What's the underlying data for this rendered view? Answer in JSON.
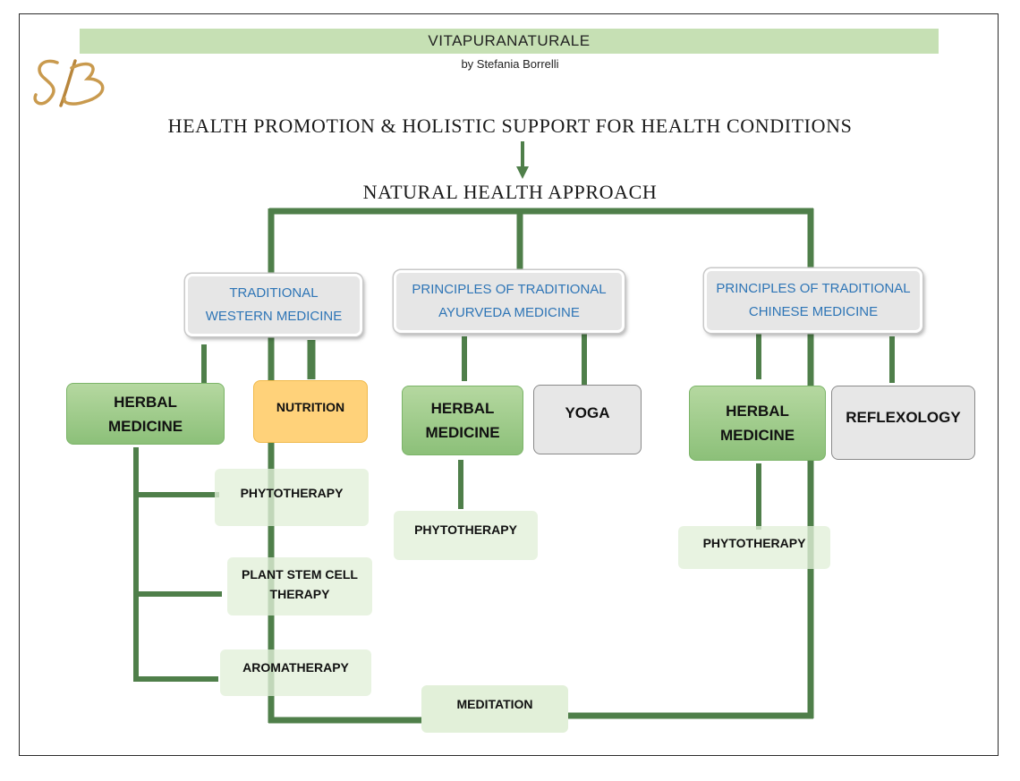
{
  "header": {
    "brand": "VITAPURANATURALE",
    "byline": "by Stefania Borrelli",
    "logo_text": "SB"
  },
  "titles": {
    "main": "HEALTH PROMOTION & HOLISTIC SUPPORT FOR HEALTH CONDITIONS",
    "approach": "NATURAL HEALTH APPROACH"
  },
  "western": {
    "title_line1": "TRADITIONAL",
    "title_line2": "WESTERN MEDICINE",
    "herbal_line1": "HERBAL",
    "herbal_line2": "MEDICINE",
    "nutrition": "NUTRITION",
    "phytotherapy": "PHYTOTHERAPY",
    "stem_line1": "PLANT STEM CELL",
    "stem_line2": "THERAPY",
    "aromatherapy": "AROMATHERAPY"
  },
  "ayurveda": {
    "title_line1": "PRINCIPLES  OF TRADITIONAL",
    "title_line2": "AYURVEDA  MEDICINE",
    "herbal_line1": "HERBAL",
    "herbal_line2": "MEDICINE",
    "yoga": "YOGA",
    "phytotherapy": "PHYTOTHERAPY"
  },
  "chinese": {
    "title_line1": "PRINCIPLES OF TRADITIONAL",
    "title_line2": "CHINESE MEDICINE",
    "herbal_line1": "HERBAL",
    "herbal_line2": "MEDICINE",
    "reflexology": "REFLEXOLOGY",
    "phytotherapy": "PHYTOTHERAPY"
  },
  "shared": {
    "meditation": "MEDITATION"
  },
  "colors": {
    "connector": "#4f7f4a",
    "banner": "#c6e0b4",
    "category_text": "#2e75b6",
    "herbal_fill": "#a9d18e",
    "nutrition_fill": "#ffd27a",
    "grey_fill": "#e7e7e7",
    "therapy_fill": "#e2f0d9",
    "logo_gold": "#c99a4e"
  }
}
